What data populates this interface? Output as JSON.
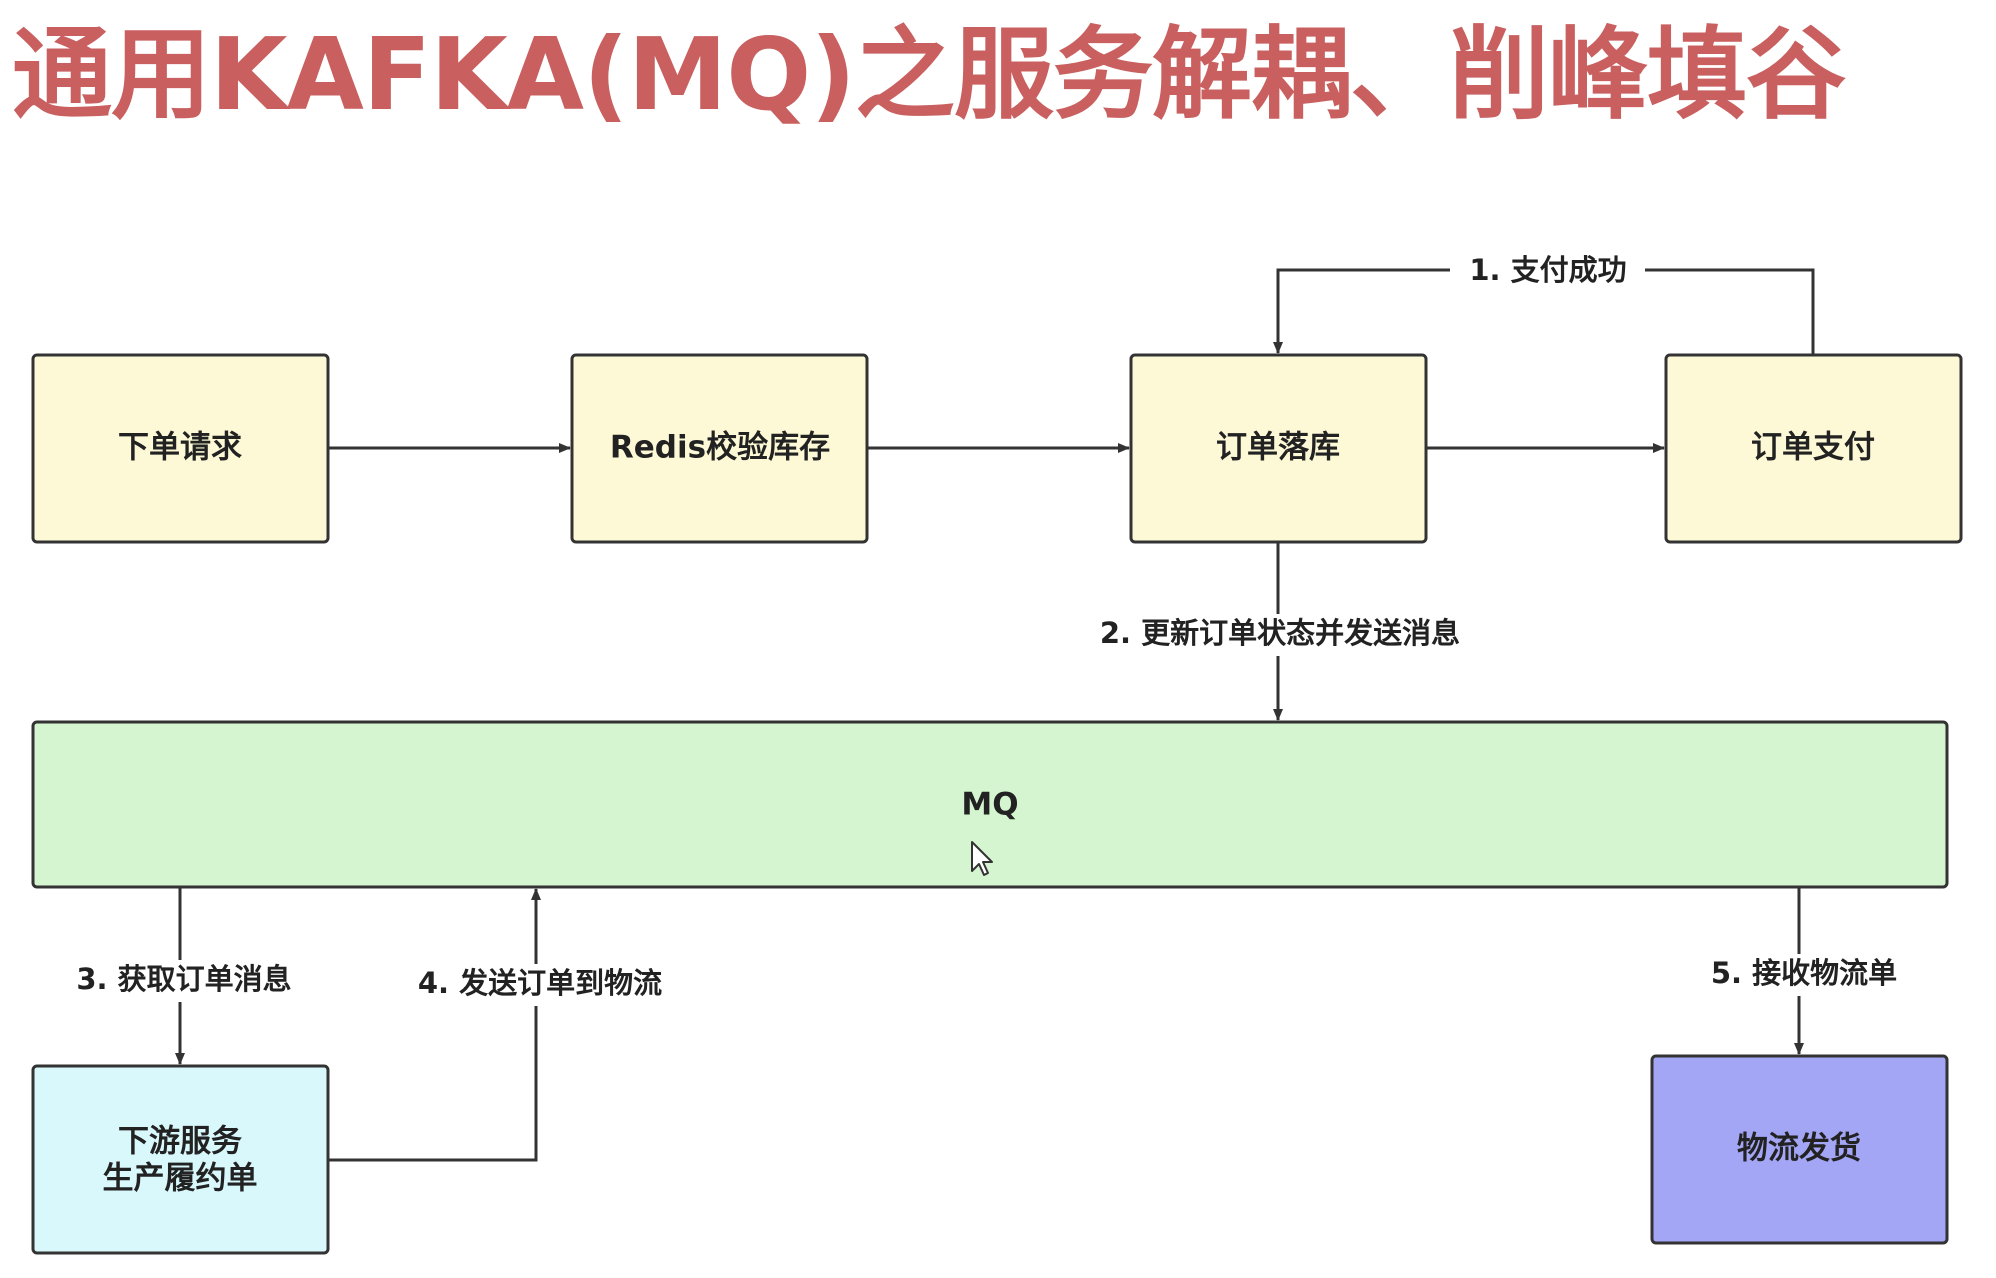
{
  "title": "通用KAFKA(MQ)之服务解耦、削峰填谷",
  "colors": {
    "title": "#c95f5f",
    "yellow_node": "#fdf9d6",
    "green_node": "#d5f5d0",
    "cyan_node": "#d9f8fc",
    "purple_node": "#a3a5f5",
    "line": "#333333"
  },
  "nodes": {
    "order_request": "下单请求",
    "redis_check": "Redis校验库存",
    "order_persist": "订单落库",
    "order_pay": "订单支付",
    "mq": "MQ",
    "downstream_line1": "下游服务",
    "downstream_line2": "生产履约单",
    "logistics_ship": "物流发货"
  },
  "edges": {
    "pay_success": "1. 支付成功",
    "update_send": "2. 更新订单状态并发送消息",
    "get_message": "3. 获取订单消息",
    "send_logistics": "4. 发送订单到物流",
    "receive_logistics": "5. 接收物流单"
  }
}
